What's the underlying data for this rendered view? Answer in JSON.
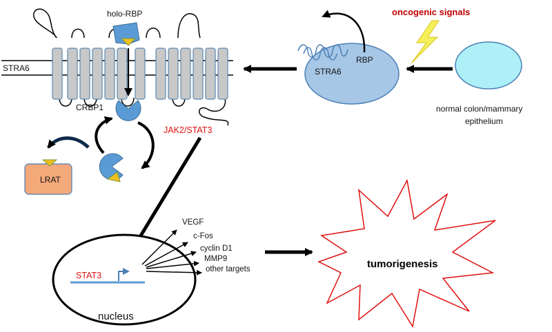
{
  "labels": {
    "holo_rbp": "holo-RBP",
    "stra6_left": "STRA6",
    "crbp1": "CRBP1",
    "jak2_stat3": "JAK2/STAT3",
    "lrat": "LRAT",
    "oncogenic_signals": "oncogenic signals",
    "rbp_cell": "RBP",
    "stra6_cell": "STRA6",
    "normal_line1": "normal colon/mammary",
    "normal_line2": "epithelium",
    "stat3_gene": "STAT3",
    "nucleus": "nucleus",
    "tumorigenesis": "tumorigenesis"
  },
  "targets": [
    "VEGF",
    "c-Fos",
    "cyclin D1",
    "MMP9",
    "other targets"
  ],
  "colors": {
    "helix_fill": "#c8c8c8",
    "helix_stroke": "#5b88b0",
    "protein_blue": "#5b9bd5",
    "retinol_yellow": "#f0c020",
    "lrat_fill": "#f4a97a",
    "cell_fill": "#a7c7e7",
    "normal_fill": "#aef0f8",
    "gene_line": "#5b9bd5",
    "signal_red": "#e01010",
    "burst_stroke": "#e01010"
  },
  "icons": {
    "oncogenic_bolt": "lightning-bolt-icon"
  }
}
